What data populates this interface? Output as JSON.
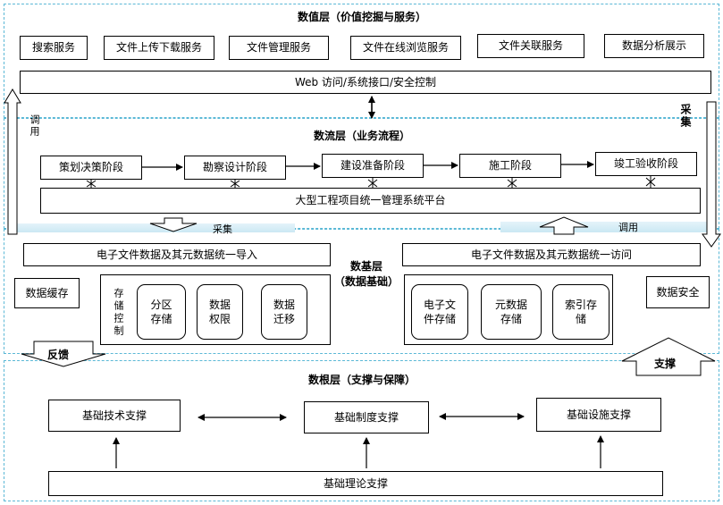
{
  "value_layer": {
    "title": "数值层（价值挖掘与服务）",
    "services": [
      "搜索服务",
      "文件上传下载服务",
      "文件管理服务",
      "文件在线浏览服务",
      "文件关联服务",
      "数据分析展示"
    ],
    "web_bar": "Web 访问/系统接口/安全控制"
  },
  "flow_layer": {
    "title": "数流层（业务流程）",
    "stages": [
      "策划决策阶段",
      "勘察设计阶段",
      "建设准备阶段",
      "施工阶段",
      "竣工验收阶段"
    ],
    "platform": "大型工程项目统一管理系统平台"
  },
  "base_layer": {
    "title_line1": "数基层",
    "title_line2": "（数据基础）",
    "import_bar": "电子文件数据及其元数据统一导入",
    "access_bar": "电子文件数据及其元数据统一访问",
    "cache": "数据缓存",
    "security": "数据安全",
    "storage_control": "存储控制",
    "partition": [
      "分区",
      "存储"
    ],
    "permission": [
      "数据",
      "权限"
    ],
    "migration": [
      "数据",
      "迁移"
    ],
    "efile": [
      "电子文",
      "件存储"
    ],
    "meta": [
      "元数据",
      "存储"
    ],
    "index": [
      "索引存",
      "储"
    ]
  },
  "root_layer": {
    "title": "数根层（支撑与保障）",
    "tech": "基础技术支撑",
    "system": "基础制度支撑",
    "infra": "基础设施支撑",
    "theory": "基础理论支撑"
  },
  "side_labels": {
    "call_left": "调用",
    "collect_right": "采集",
    "collect_mid": "采集",
    "call_mid": "调用",
    "feedback": "反馈",
    "support": "支撑"
  },
  "colors": {
    "dashed_border": "#5bb8d6",
    "band": "#d6eef7"
  }
}
